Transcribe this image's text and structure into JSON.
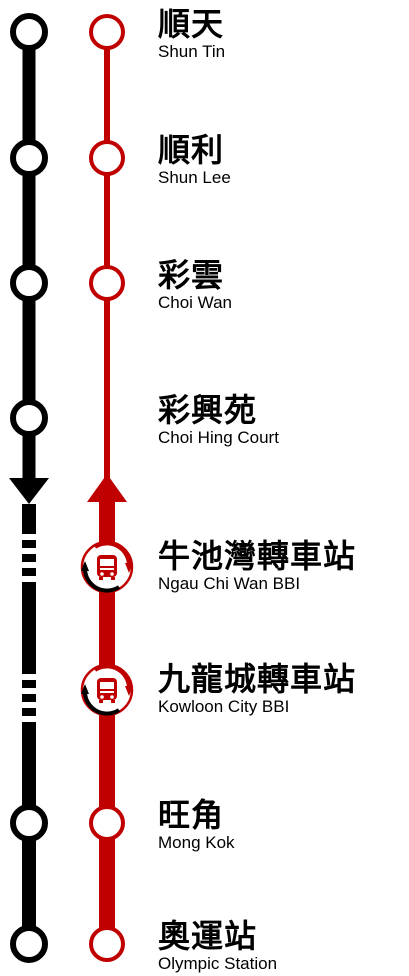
{
  "colors": {
    "line_outbound": "#000000",
    "line_inbound": "#c00000",
    "background": "#ffffff"
  },
  "stops": [
    {
      "zh": "順天",
      "en": "Shun Tin",
      "kind": "station"
    },
    {
      "zh": "順利",
      "en": "Shun Lee",
      "kind": "station"
    },
    {
      "zh": "彩雲",
      "en": "Choi Wan",
      "kind": "station"
    },
    {
      "zh": "彩興苑",
      "en": "Choi Hing Court",
      "kind": "station"
    },
    {
      "zh": "牛池灣轉車站",
      "en": "Ngau Chi Wan BBI",
      "kind": "interchange"
    },
    {
      "zh": "九龍城轉車站",
      "en": "Kowloon City BBI",
      "kind": "interchange"
    },
    {
      "zh": "旺角",
      "en": "Mong Kok",
      "kind": "station"
    },
    {
      "zh": "奧運站",
      "en": "Olympic Station",
      "kind": "station"
    }
  ],
  "icons": {
    "interchange": "bus-interchange-icon",
    "direction_down": "arrow-down-icon",
    "direction_up": "arrow-up-icon"
  }
}
